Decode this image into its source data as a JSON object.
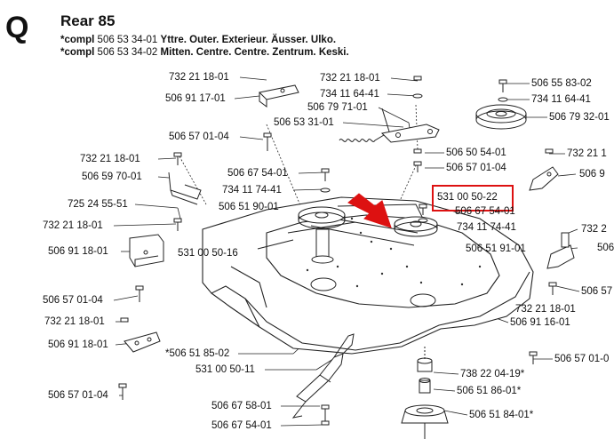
{
  "header": {
    "letter": "Q",
    "title": "Rear 85",
    "lines": [
      {
        "prefix": "*compl",
        "number": "506 53 34-01",
        "desc": "Yttre. Outer. Exterieur. Äusser. Ulko."
      },
      {
        "prefix": "*compl",
        "number": "506 53 34-02",
        "desc": "Mitten. Centre. Centre. Zentrum. Keski."
      }
    ]
  },
  "labels": {
    "l01": "732 21 18-01",
    "l02": "506 91 17-01",
    "l03": "506 57 01-04",
    "l04": "732 21 18-01",
    "l05": "506 59 70-01",
    "l06": "725 24 55-51",
    "l07": "732 21 18-01",
    "l08": "506 91 18-01",
    "l09": "506 57 01-04",
    "l10": "732 21 18-01",
    "l11": "506 91 18-01",
    "l12": "506 57 01-04",
    "l13": "732 21 18-01",
    "l14": "734 11 64-41",
    "l15": "506 79 71-01",
    "l16": "506 53 31-01",
    "l17": "506 67 54-01",
    "l18": "734 11 74-41",
    "l19": "506 51 90-01",
    "l20": "531 00 50-16",
    "l21": "*506 51 85-02",
    "l22": "531 00 50-11",
    "l23": "506 67 58-01",
    "l24": "506 67 54-01",
    "l25": "506 55 83-02",
    "l26": "734 11 64-41",
    "l27": "506 79 32-01",
    "l28": "506 50 54-01",
    "l29": "506 57 01-04",
    "l30": "531 00 50-22",
    "l31": "506 67 54-01",
    "l32": "734 11 74-41",
    "l33": "506 51 91-01",
    "l34": "732 21 1",
    "l35": "506 9",
    "l36": "732 2",
    "l37": "506",
    "l38": "506 57",
    "l39": "732 21 18-01",
    "l40": "506 91 16-01",
    "l41": "506 57 01-0",
    "l42": "738 22 04-19*",
    "l43": "506 51 86-01*",
    "l44": "506 51 84-01*"
  },
  "highlight": {
    "part": "531 00 50-22",
    "color": "#dd1111"
  }
}
